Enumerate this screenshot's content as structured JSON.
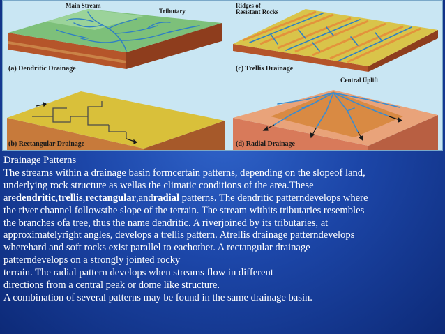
{
  "figure": {
    "panels": {
      "dendritic": {
        "caption": "(a) Dendritic Drainage",
        "callouts": {
          "main_stream": "Main Stream",
          "tributary": "Tributary"
        }
      },
      "trellis": {
        "caption": "(c) Trellis Drainage",
        "callouts": {
          "ridges": "Ridges of\nResistant Rocks"
        }
      },
      "rectangular": {
        "caption": "(b) Rectangular Drainage"
      },
      "radial": {
        "caption": "(d) Radial Drainage",
        "callouts": {
          "central_uplift": "Central Uplift"
        }
      }
    }
  },
  "text": {
    "title": "Drainage Patterns",
    "p1_line1": "The streams within a drainage basin formcertain patterns, depending on the slopeof land,",
    "p1_line2": "underlying rock structure as wellas the climatic conditions of the area.These",
    "p1_line3_pre": "are",
    "p1_line3_b1": "dendritic",
    "p1_line3_c1": ",",
    "p1_line3_b2": "trellis",
    "p1_line3_c2": ",",
    "p1_line3_b3": "rectangular",
    "p1_line3_c3": ",and",
    "p1_line3_b4": "radial",
    "p1_line3_post": " patterns. The dendritic patterndevelops where",
    "p1_line4": "the river channel followsthe slope of the terrain. The stream withits tributaries resembles",
    "p1_line5": "the branches ofa tree, thus the name dendritic. A riverjoined by its tributaries, at",
    "p1_line6": "approximatelyright angles, develops a trellis pattern. Atrellis drainage patterndevelops",
    "p1_line7": "wherehard and soft rocks exist parallel to eachother. A rectangular drainage",
    "p1_line8": "patterndevelops on a strongly jointed rocky",
    "p1_line9": "terrain. The radial pattern develops when streams flow in different",
    "p1_line10": "directions from a central peak or dome like structure.",
    "p1_line11": "A combination of several patterns may be found in the same drainage basin."
  },
  "colors": {
    "background": "#1c46a8",
    "text": "#ffffff",
    "figure_bg": "#c9e6f3",
    "stream": "#2f7fc4",
    "soil": "#b5552a",
    "terrain_green": "#7dc07a",
    "rock_yellow": "#d9c44a",
    "uplift_orange": "#d98a43"
  }
}
